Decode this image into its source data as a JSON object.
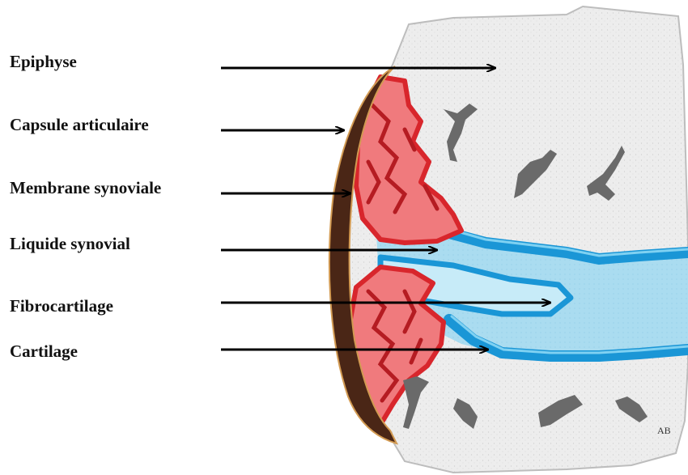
{
  "labels": [
    {
      "text": "Epiphyse"
    },
    {
      "text": "Capsule articulaire"
    },
    {
      "text": "Membrane synoviale"
    },
    {
      "text": "Liquide synovial"
    },
    {
      "text": "Fibrocartilage"
    },
    {
      "text": "Cartilage"
    }
  ],
  "signature": "AB",
  "colors": {
    "bone": "#ececec",
    "capsule": "#4a2616",
    "synovial_membrane": "#d8262c",
    "fluid": "#a9dcef",
    "cartilage": "#1a96d6",
    "arrow": "#000000"
  }
}
